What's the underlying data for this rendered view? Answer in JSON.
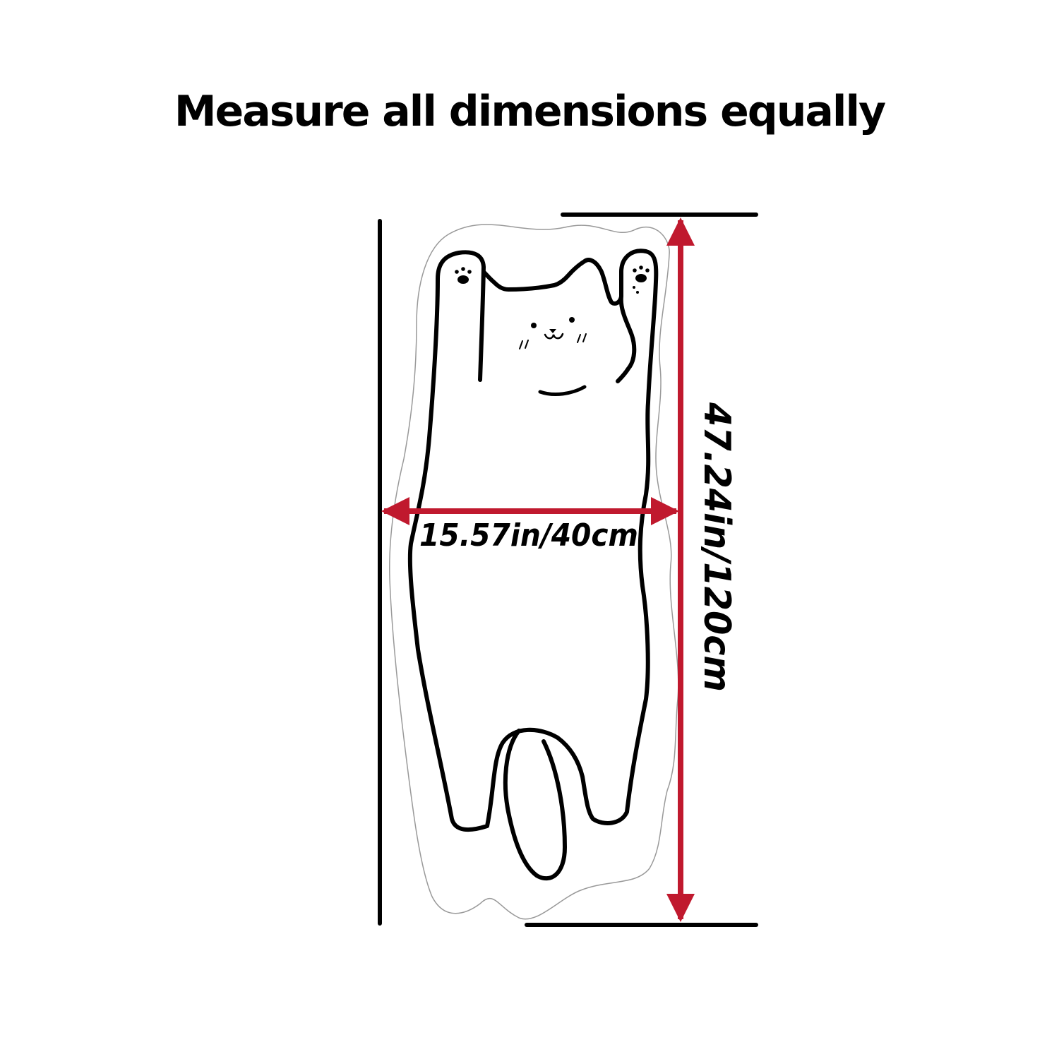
{
  "header": {
    "title": "Measure all dimensions equally"
  },
  "dimensions": {
    "width_label": "15.57in/40cm",
    "height_label": "47.24in/120cm"
  },
  "colors": {
    "arrow": "#c0192e",
    "outline": "#000000",
    "contour": "#999999"
  },
  "icons": {
    "figure": "cat-pillow-icon"
  }
}
